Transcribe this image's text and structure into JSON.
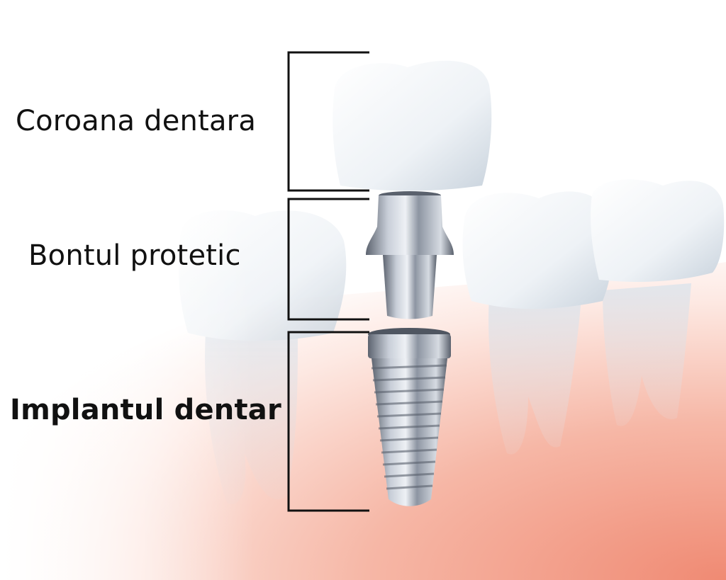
{
  "labels": {
    "crown": "Coroana dentara",
    "abutment": "Bontul protetic",
    "implant": "Implantul dentar"
  },
  "colors": {
    "gum": "#f19a85",
    "tooth": "#f4f7fa",
    "metal": "#9ea6b3",
    "bracket": "#111111"
  }
}
